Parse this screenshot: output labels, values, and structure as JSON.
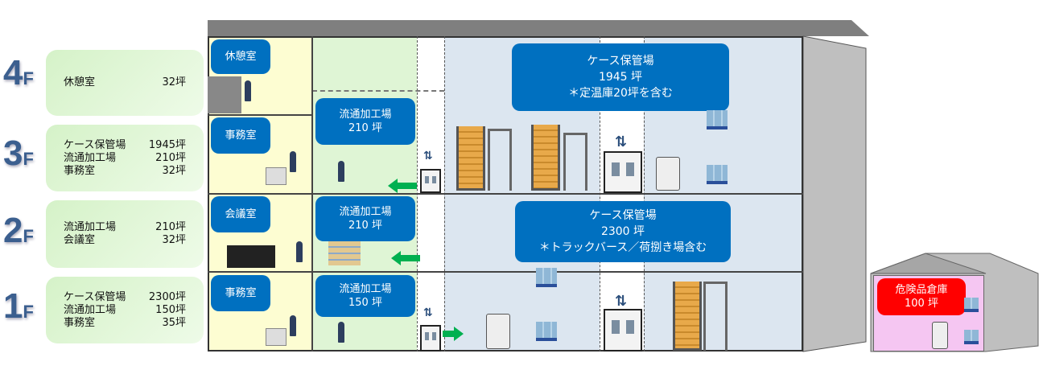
{
  "floors": [
    {
      "label": "4",
      "suffix": "F",
      "items": [
        {
          "name": "休憩室",
          "area": "32坪"
        }
      ]
    },
    {
      "label": "3",
      "suffix": "F",
      "items": [
        {
          "name": "ケース保管場",
          "area": "1945坪"
        },
        {
          "name": "流通加工場",
          "area": "210坪"
        },
        {
          "name": "事務室",
          "area": "32坪"
        }
      ]
    },
    {
      "label": "2",
      "suffix": "F",
      "items": [
        {
          "name": "流通加工場",
          "area": "210坪"
        },
        {
          "name": "会議室",
          "area": "32坪"
        }
      ]
    },
    {
      "label": "1",
      "suffix": "F",
      "items": [
        {
          "name": "ケース保管場",
          "area": "2300坪"
        },
        {
          "name": "流通加工場",
          "area": "150坪"
        },
        {
          "name": "事務室",
          "area": "35坪"
        }
      ]
    }
  ],
  "rooms": {
    "f4_rest": "休憩室",
    "f3_office": "事務室",
    "f2_meeting": "会議室",
    "f1_office": "事務室",
    "f3_proc": [
      "流通加工場",
      "210 坪"
    ],
    "f2_proc": [
      "流通加工場",
      "210 坪"
    ],
    "f1_proc": [
      "流通加工場",
      "150 坪"
    ],
    "upper_storage": [
      "ケース保管場",
      "1945 坪",
      "＊定温庫20坪を含む"
    ],
    "lower_storage": [
      "ケース保管場",
      "2300 坪",
      "＊トラックバース／荷捌き場含む"
    ],
    "hazard": [
      "危険品倉庫",
      "100 坪"
    ]
  },
  "elevator_symbol": "⇅",
  "colors": {
    "label_blue": "#0070c0",
    "hazard_red": "#ff0000",
    "office_yellow": "#fdfdd2",
    "proc_green": "#dff5d5",
    "storage_blue": "#dce6f0",
    "arrow_green": "#00b050"
  }
}
